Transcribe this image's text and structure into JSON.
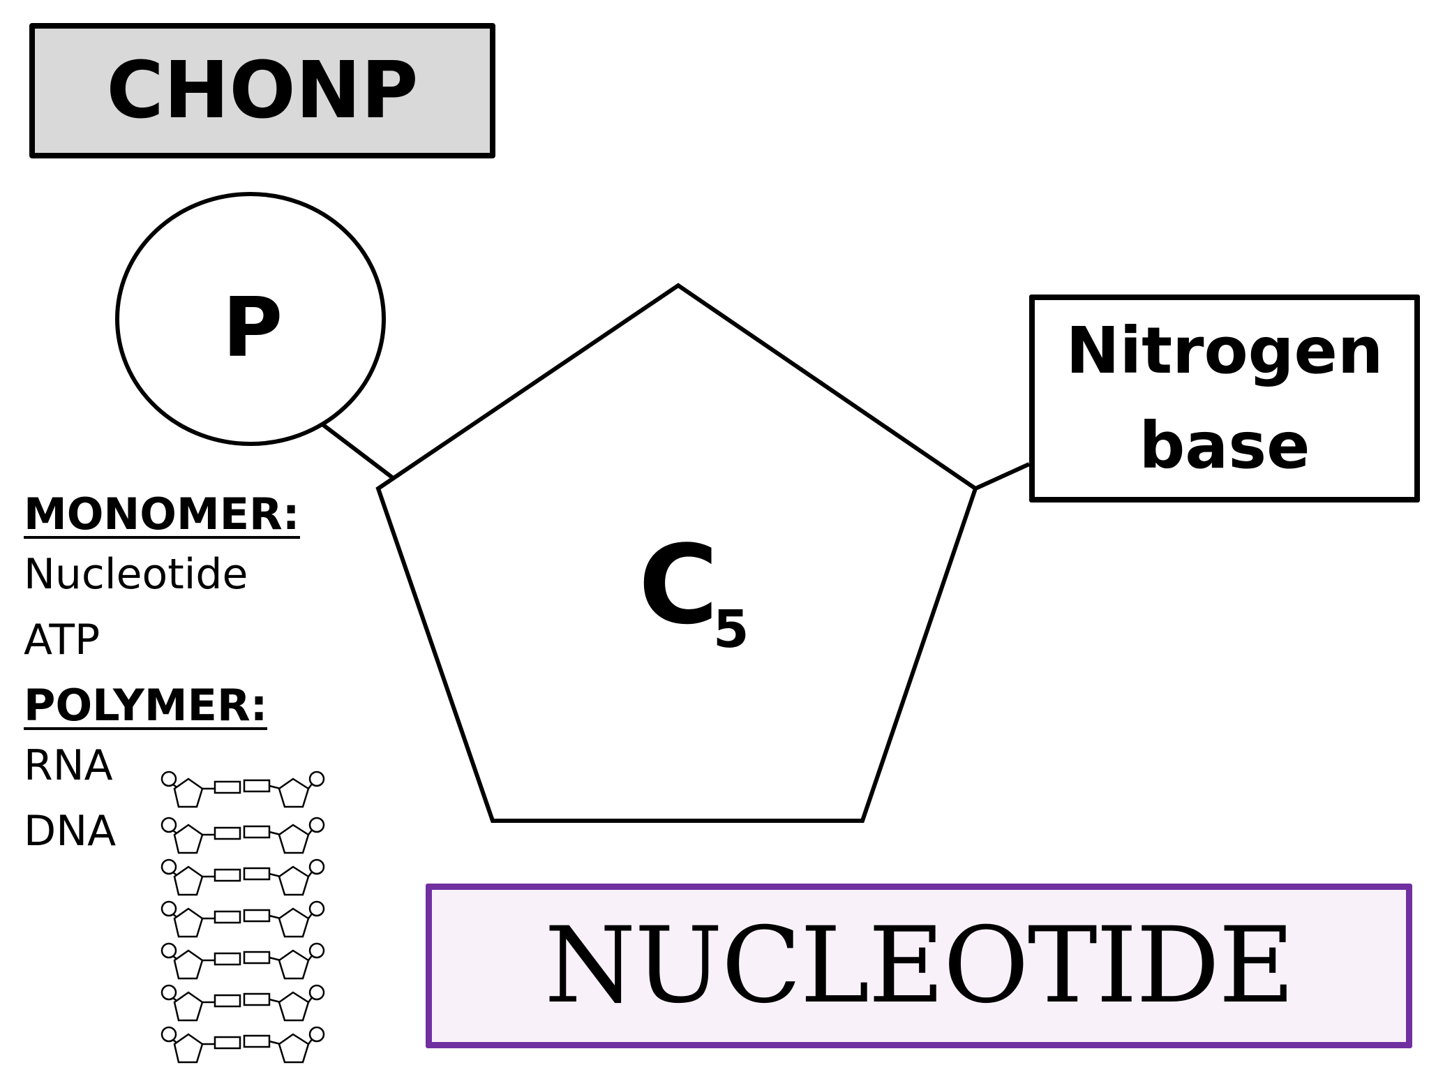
{
  "header": {
    "elements_label": "CHONP"
  },
  "diagram": {
    "phosphate_label": "P",
    "sugar_label": "C",
    "sugar_subscript": "5",
    "nitrogen_base_line1": "Nitrogen",
    "nitrogen_base_line2": "base"
  },
  "legend": {
    "monomer_heading": "MONOMER:",
    "monomers": [
      "Nucleotide",
      "ATP"
    ],
    "polymer_heading": "POLYMER:",
    "polymers": [
      "RNA",
      "DNA"
    ]
  },
  "title": {
    "text": "NUCLEOTIDE"
  },
  "colors": {
    "header_fill": "#d9d9d9",
    "title_border": "#7030a0",
    "title_fill": "#f9f1fa"
  },
  "icons": {
    "dna_strand": "dna-ladder-icon"
  }
}
